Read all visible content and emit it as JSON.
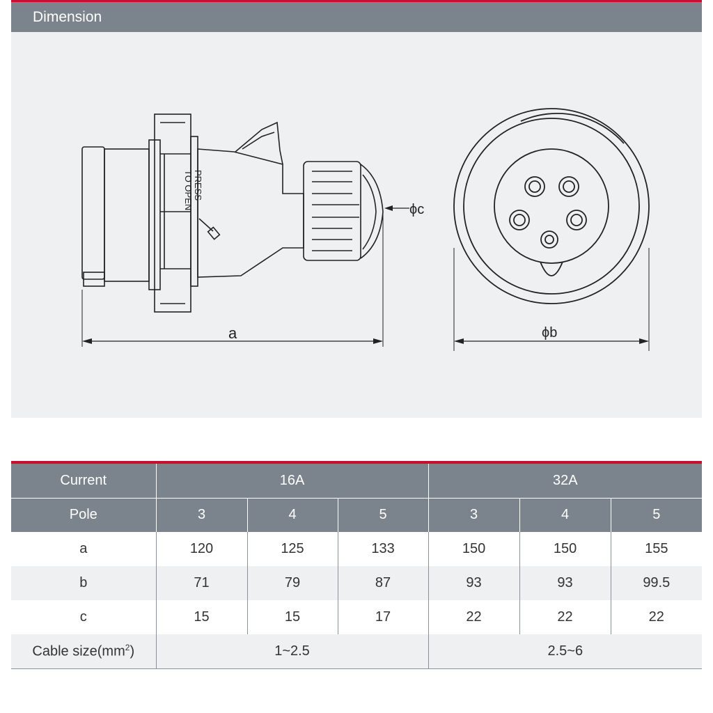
{
  "header": {
    "title": "Dimension"
  },
  "drawing": {
    "press_label_1": "PRESS",
    "press_label_2": "TO OPEN",
    "dim_a": "a",
    "dim_b": "ϕb",
    "dim_c": "ϕc"
  },
  "table": {
    "current_label": "Current",
    "current_16": "16A",
    "current_32": "32A",
    "pole_label": "Pole",
    "poles": [
      "3",
      "4",
      "5",
      "3",
      "4",
      "5"
    ],
    "rows": [
      {
        "label": "a",
        "values": [
          "120",
          "125",
          "133",
          "150",
          "150",
          "155"
        ]
      },
      {
        "label": "b",
        "values": [
          "71",
          "79",
          "87",
          "93",
          "93",
          "99.5"
        ]
      },
      {
        "label": "c",
        "values": [
          "15",
          "15",
          "17",
          "22",
          "22",
          "22"
        ]
      }
    ],
    "cable_label": "Cable size(mm",
    "cable_sup": "2",
    "cable_label_end": ")",
    "cable_16": "1~2.5",
    "cable_32": "2.5~6"
  }
}
